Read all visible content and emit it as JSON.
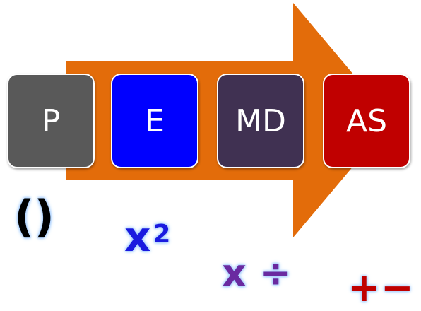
{
  "colors": {
    "arrow": "#e36c0a",
    "p_box": "#595959",
    "e_box": "#0000ff",
    "md_box": "#403152",
    "as_box": "#c00000"
  },
  "steps": [
    {
      "label": "P",
      "symbol": "()"
    },
    {
      "label": "E",
      "symbol_base": "x",
      "symbol_exp": "2"
    },
    {
      "label": "MD",
      "symbol": "x ÷"
    },
    {
      "label": "AS",
      "symbol": "+−"
    }
  ]
}
